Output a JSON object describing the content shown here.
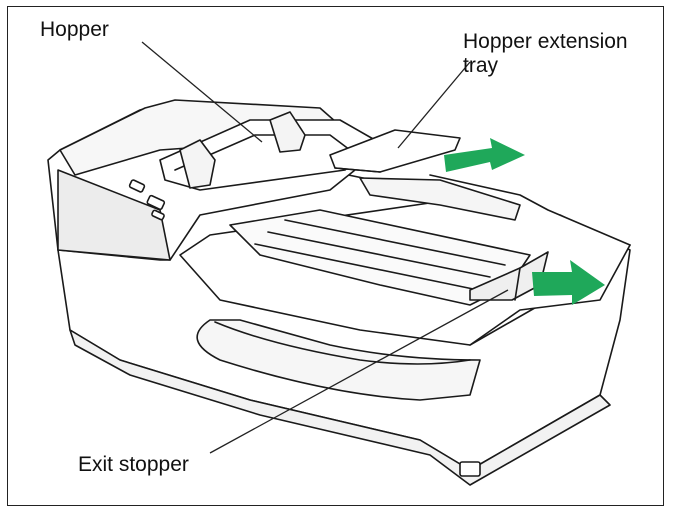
{
  "labels": {
    "hopper": "Hopper",
    "hopper_extension_line1": "Hopper extension",
    "hopper_extension_line2": "tray",
    "exit_stopper": "Exit stopper"
  },
  "colors": {
    "outline": "#1a1a1a",
    "body_fill": "#ffffff",
    "shade_fill": "#e9e9e9",
    "arrow_green": "#1fa85a"
  },
  "icons": {
    "extension_arrow": "right-arrow-icon",
    "stopper_arrow": "right-arrow-icon"
  }
}
